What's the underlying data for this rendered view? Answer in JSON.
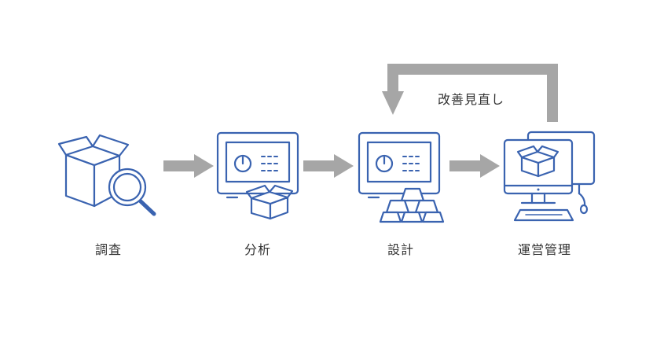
{
  "colors": {
    "icon_stroke": "#3a63b0",
    "arrow": "#a6a6a6",
    "text": "#333333",
    "background": "#ffffff"
  },
  "steps": [
    {
      "label": "調査",
      "icon": "box-magnifier-icon"
    },
    {
      "label": "分析",
      "icon": "monitor-box-icon"
    },
    {
      "label": "設計",
      "icon": "monitor-bricks-icon"
    },
    {
      "label": "運営管理",
      "icon": "dual-monitor-box-icon"
    }
  ],
  "feedback_loop": {
    "label": "改善見直し",
    "from": "運営管理",
    "to": "設計"
  }
}
